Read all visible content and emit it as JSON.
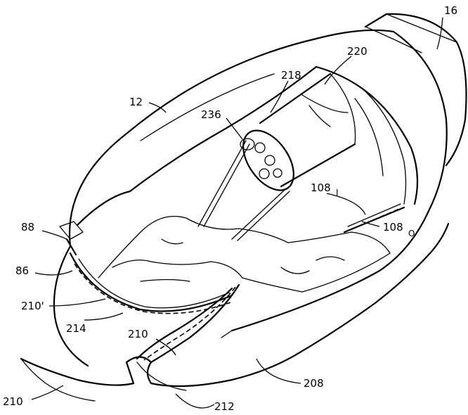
{
  "figure": {
    "labels": {
      "l16": "16",
      "l220": "220",
      "l12": "12",
      "l218": "218",
      "l236": "236",
      "l108i": "108",
      "l108i_sub": "I",
      "l88": "88",
      "l108o": "108",
      "l108o_sub": "O",
      "l86": "86",
      "l210p": "210'",
      "l214": "214",
      "l210a": "210",
      "l208": "208",
      "l210b": "210",
      "l212": "212"
    }
  }
}
